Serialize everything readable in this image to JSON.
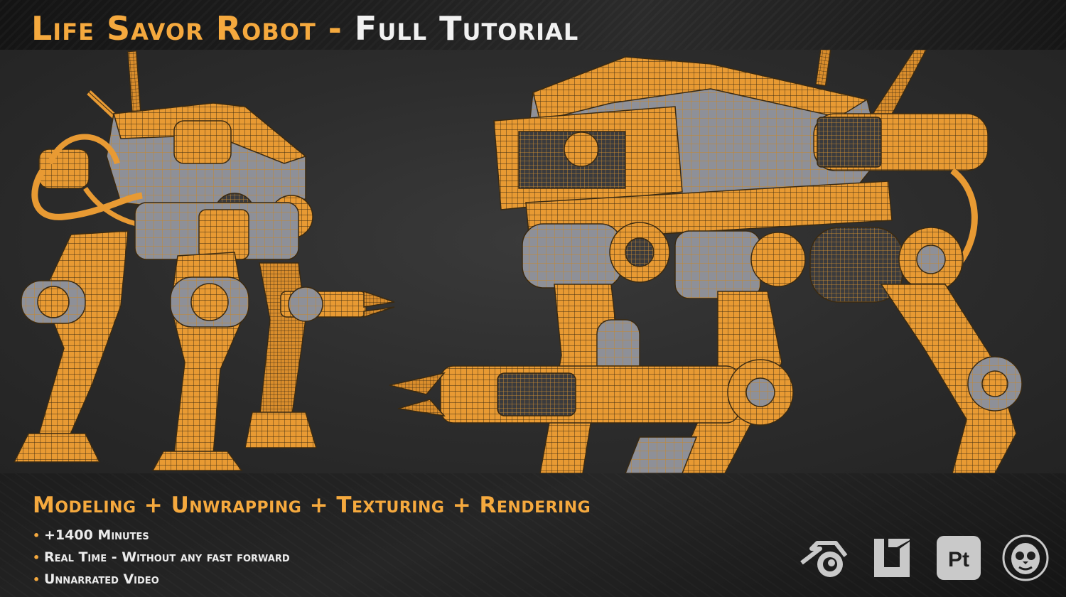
{
  "header": {
    "title_accent": "Life Savor Robot - ",
    "title_rest": "Full Tutorial"
  },
  "footer": {
    "subtitle": "Modeling + Unwrapping + Texturing + Rendering",
    "features": [
      "+1400 Minutes",
      "Real Time - Without any fast forward",
      "Unnarrated Video"
    ],
    "bullet": "•",
    "tool_icons": [
      "blender-icon",
      "substance-designer-icon",
      "substance-painter-icon",
      "monkey-skull-icon"
    ],
    "painter_label": "Pt"
  },
  "colors": {
    "accent": "#f5a93e",
    "wire": "#e8972c",
    "body": "#8d8f96",
    "text": "#ececec"
  }
}
